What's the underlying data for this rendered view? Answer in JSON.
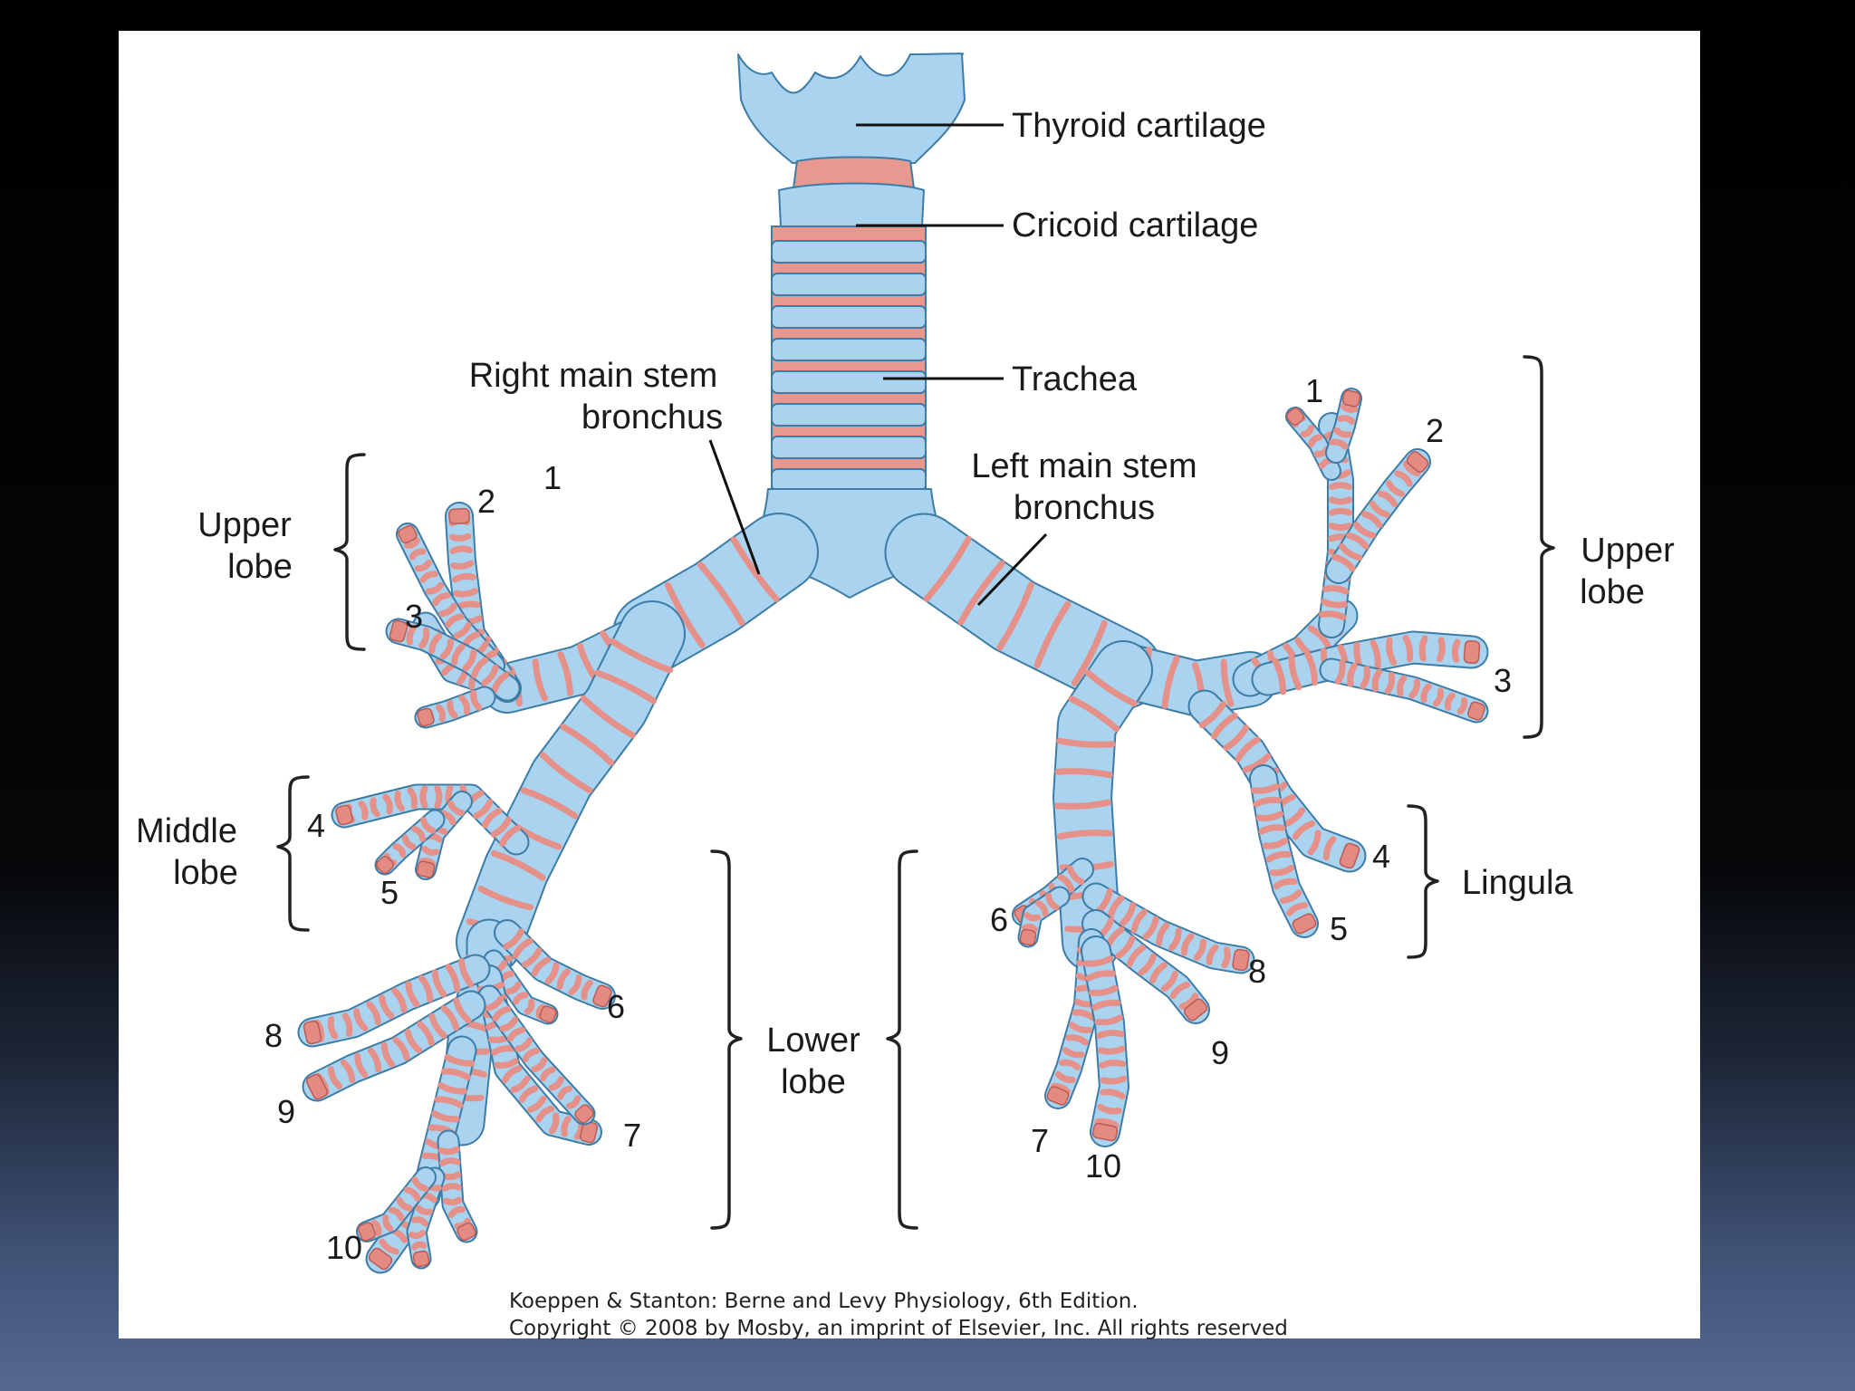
{
  "diagram": {
    "labels": {
      "thyroid": "Thyroid cartilage",
      "cricoid": "Cricoid cartilage",
      "trachea": "Trachea",
      "right_main_l1": "Right main stem",
      "right_main_l2": "bronchus",
      "left_main_l1": "Left main stem",
      "left_main_l2": "bronchus",
      "right_upper_l1": "Upper",
      "right_upper_l2": "lobe",
      "left_upper_l1": "Upper",
      "left_upper_l2": "lobe",
      "middle_l1": "Middle",
      "middle_l2": "lobe",
      "lower_l1": "Lower",
      "lower_l2": "lobe",
      "lingula": "Lingula"
    },
    "segments": {
      "right": [
        "1",
        "2",
        "3",
        "4",
        "5",
        "6",
        "7",
        "8",
        "9",
        "10"
      ],
      "left": [
        "1",
        "2",
        "3",
        "4",
        "5",
        "6",
        "7",
        "8",
        "9",
        "10"
      ]
    },
    "credit": {
      "line1": "Koeppen & Stanton: Berne and Levy Physiology, 6th Edition.",
      "line2": "Copyright © 2008 by Mosby, an imprint of Elsevier, Inc. All rights reserved"
    },
    "colors": {
      "cartilage": "#a9d3ef",
      "cartilage_outline": "#3c7ca6",
      "membrane": "#e5918a",
      "background_white": "#ffffff"
    }
  }
}
